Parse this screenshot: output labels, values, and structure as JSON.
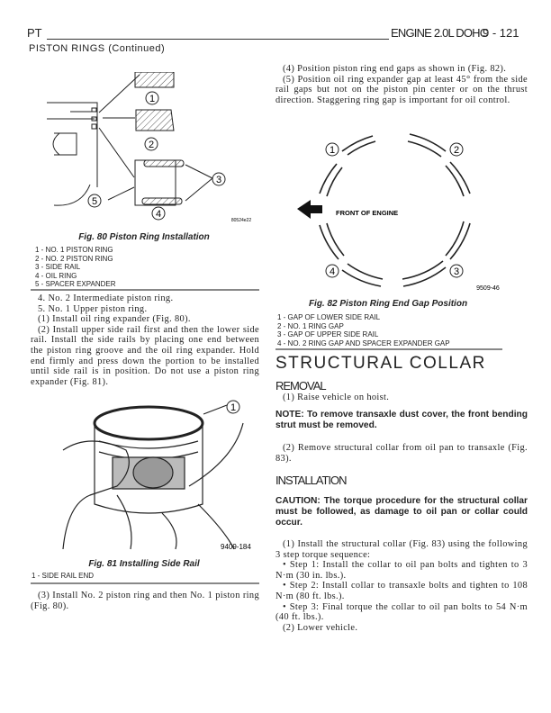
{
  "header": {
    "left": "PT",
    "right": "ENGINE 2.0L DOHC",
    "page": "9 - 121"
  },
  "section_title": "PISTON RINGS (Continued)",
  "fig80": {
    "caption": "Fig. 80 Piston Ring Installation",
    "code": "80524e22",
    "callouts": [
      "1",
      "2",
      "3",
      "4",
      "5"
    ],
    "legend": [
      "1 - NO. 1 PISTON RING",
      "2 - NO. 2 PISTON RING",
      "3 - SIDE RAIL",
      "4 - OIL RING",
      "5 - SPACER EXPANDER"
    ]
  },
  "left_text1": [
    "4. No. 2 Intermediate piston ring.",
    "5. No. 1 Upper piston ring.",
    "(1) Install oil ring expander (Fig. 80).",
    "(2) Install upper side rail first and then the lower side rail. Install the side rails by placing one end between the piston ring groove and the oil ring expander. Hold end firmly and press down the portion to be installed until side rail is in position. Do not use a piston ring expander (Fig. 81)."
  ],
  "fig81": {
    "caption": "Fig. 81 Installing Side Rail",
    "code": "9409-184",
    "callout": "1",
    "legend": [
      "1 - SIDE RAIL END"
    ]
  },
  "left_text2": [
    "(3) Install No. 2 piston ring and then No. 1 piston ring (Fig. 80)."
  ],
  "right_text1": [
    "(4) Position piston ring end gaps as shown in (Fig. 82).",
    "(5) Position oil ring expander gap at least 45° from the side rail gaps but not on the piston pin center or on the thrust direction. Staggering ring gap is important for oil control."
  ],
  "fig82": {
    "caption": "Fig. 82 Piston Ring End Gap Position",
    "code": "9509-46",
    "label": "FRONT OF ENGINE",
    "callouts": [
      "1",
      "2",
      "3",
      "4"
    ],
    "legend": [
      "1 - GAP OF LOWER SIDE RAIL",
      "2 - NO. 1 RING GAP",
      "3 - GAP OF UPPER SIDE RAIL",
      "4 - NO. 2 RING GAP AND SPACER EXPANDER GAP"
    ]
  },
  "structural_collar": {
    "title": "STRUCTURAL COLLAR",
    "removal": {
      "title": "REMOVAL",
      "step1": "(1) Raise vehicle on hoist.",
      "note": "NOTE: To remove transaxle dust cover, the front bending strut must be removed.",
      "step2": "(2) Remove structural collar from oil pan to transaxle (Fig. 83)."
    },
    "installation": {
      "title": "INSTALLATION",
      "caution": "CAUTION: The torque procedure for the structural collar must be followed, as damage to oil pan or collar could occur.",
      "steps": [
        "(1) Install the structural collar (Fig. 83) using the following 3 step torque sequence:",
        "• Step 1: Install the collar to oil pan bolts and tighten to 3 N·m (30 in. lbs.).",
        "• Step 2: Install collar to transaxle bolts and tighten to 108 N·m (80 ft. lbs.).",
        "• Step 3: Final torque the collar to oil pan bolts to 54 N·m (40 ft. lbs.).",
        "(2) Lower vehicle."
      ]
    }
  }
}
